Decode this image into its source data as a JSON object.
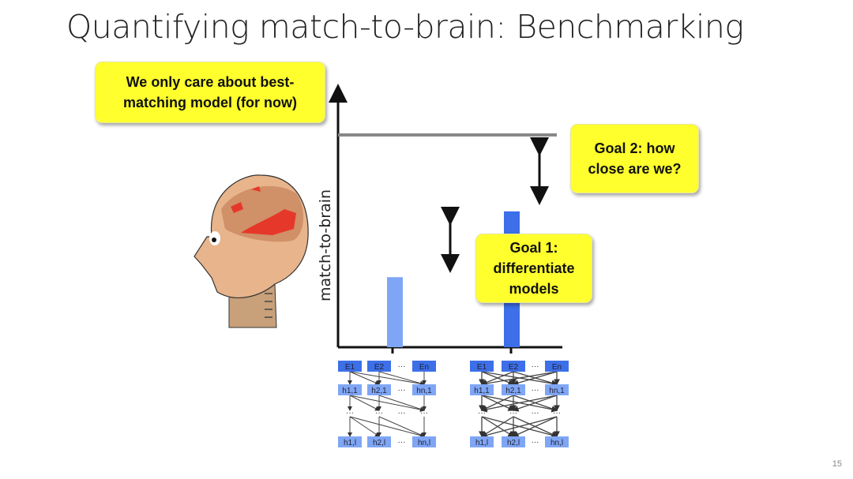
{
  "slide": {
    "title": "Quantifying match-to-brain: Benchmarking",
    "page_number": "15"
  },
  "callouts": {
    "best_model": [
      "We only care about best-",
      "matching model (for now)"
    ],
    "goal2": [
      "Goal 2: how",
      "close are we?"
    ],
    "goal1": [
      "Goal 1:",
      "differentiate",
      "models"
    ]
  },
  "chart": {
    "ylabel": "match-to-brain",
    "bar_values_fraction_of_ceiling": [
      0.33,
      0.64
    ],
    "ceiling_color": "#888888",
    "bar_colors": [
      "#7fa6f5",
      "#3c6fe8"
    ]
  },
  "networks": {
    "top_row": [
      "E1",
      "E2",
      "···",
      "En"
    ],
    "mid_row": [
      "h1,1",
      "h2,1",
      "···",
      "hn,1"
    ],
    "dots": "···",
    "bottom_row": [
      "h1,l",
      "h2,l",
      "···",
      "hn,l"
    ]
  },
  "colors": {
    "callout": "#ffff2e",
    "node_dark": "#3c6fe8",
    "node_light": "#7fa6f5"
  }
}
